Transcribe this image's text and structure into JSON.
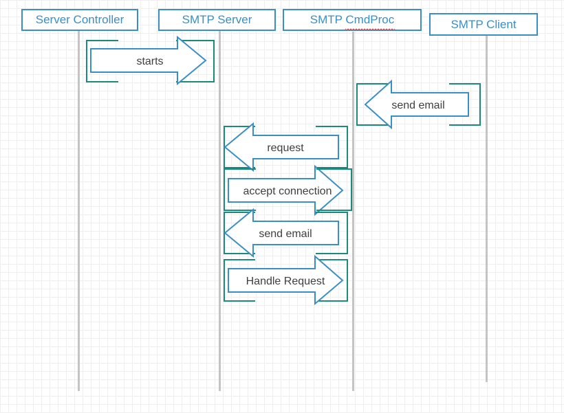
{
  "actors": [
    {
      "id": "server-controller",
      "label": "Server Controller"
    },
    {
      "id": "smtp-server",
      "label": "SMTP Server"
    },
    {
      "id": "smtp-cmdproc",
      "label": "SMTP CmdProc"
    },
    {
      "id": "smtp-client",
      "label": "SMTP Client"
    }
  ],
  "messages": [
    {
      "label": "starts",
      "from": "server-controller",
      "to": "smtp-server",
      "direction": "right"
    },
    {
      "label": "send email",
      "from": "smtp-client",
      "to": "smtp-cmdproc",
      "direction": "left"
    },
    {
      "label": "request",
      "from": "smtp-cmdproc",
      "to": "smtp-server",
      "direction": "left"
    },
    {
      "label": "accept connection",
      "from": "smtp-server",
      "to": "smtp-cmdproc",
      "direction": "right"
    },
    {
      "label": "send email",
      "from": "smtp-cmdproc",
      "to": "smtp-server",
      "direction": "left"
    },
    {
      "label": "Handle Request",
      "from": "smtp-server",
      "to": "smtp-cmdproc",
      "direction": "right"
    }
  ],
  "colors": {
    "actor_border": "#3a8ec6",
    "arrow_stroke": "#3a8ec6",
    "bracket_stroke": "#1a8a7e",
    "lifeline": "#c4c4c4",
    "text": "#3e3e3e"
  }
}
